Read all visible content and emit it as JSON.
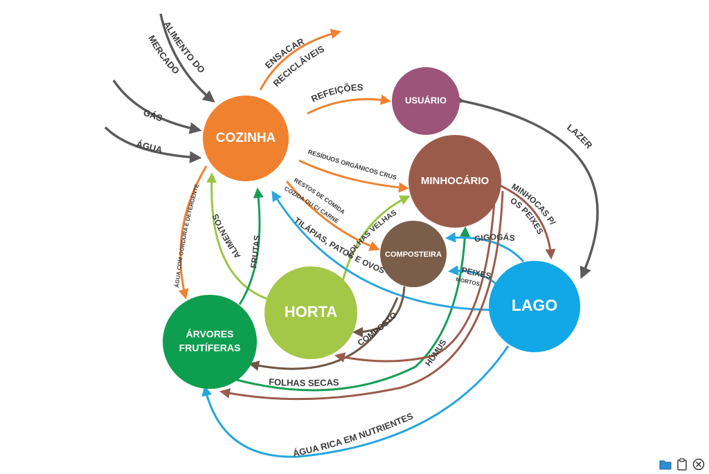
{
  "colors": {
    "cozinha": "#f0812f",
    "usuario": "#9c5579",
    "minhocario": "#9b5b4b",
    "composteira": "#7a5e4a",
    "lago": "#12a7e6",
    "horta": "#a3c747",
    "arvores": "#0e9e4f",
    "gray_arrow": "#5b5b5b",
    "orange_arrow": "#f0812f",
    "blue_arrow": "#25a6de",
    "brown_arrow": "#9b5b4b",
    "lightgreen_arrow": "#9cc544",
    "green_arrow": "#159e56",
    "darkbrown_arrow": "#6f5646"
  },
  "nodes": {
    "cozinha": "COZINHA",
    "usuario": "USUÁRIO",
    "minhocario": "MINHOCÁRIO",
    "composteira": "COMPOSTEIRA",
    "lago": "LAGO",
    "horta": "HORTA",
    "arvores_line1": "ÁRVORES",
    "arvores_line2": "FRUTÍFERAS"
  },
  "edges": {
    "alimento_line1": "ALIMENTO DO",
    "alimento_line2": "MERCADO",
    "gas": "GÁS",
    "agua": "ÁGUA",
    "ensacar_line1": "ENSACAR",
    "ensacar_line2": "RECICLÁVEIS",
    "refeicoes": "REFEIÇÕES",
    "residuos": "RESÍDUOS ORGÂNICOS CRUS",
    "restos_line1": "RESTOS DE COMIDA",
    "restos_line2": "COZIDA OU C/ CARNE",
    "lazer": "LAZER",
    "minhocas_line1": "MINHOCAS P/",
    "minhocas_line2": "OS PEIXES",
    "agua_gordura": "ÁGUA COM GORDURA E DETERGENTE",
    "alimentos": "ALIMENTOS",
    "frutas": "FRUTAS",
    "tilapias": "TILÁPIAS, PATOS E OVOS",
    "folhas_velhas": "FOLHAS VELHAS",
    "gigogas": "GIGOGÁS",
    "peixes": "PEIXES",
    "mortos": "MORTOS",
    "composto": "COMPOSTO",
    "humus": "HÚMUS",
    "folhas_secas": "FOLHAS SECAS",
    "agua_rica": "ÁGUA RICA EM NUTRIENTES"
  },
  "toolbar": {
    "icons": [
      "folder-icon",
      "clipboard-icon",
      "close-icon"
    ]
  }
}
